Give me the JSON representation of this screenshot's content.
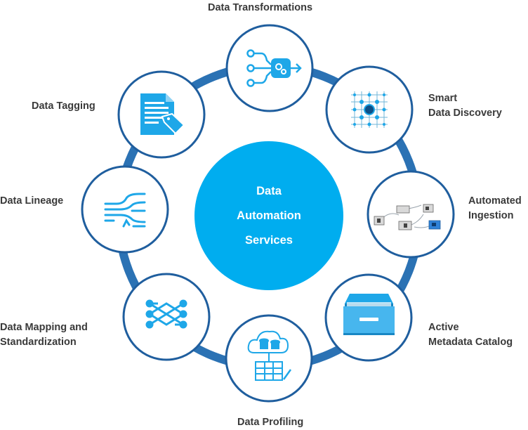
{
  "hub": {
    "line1": "Data",
    "line2": "Automation",
    "line3": "Services"
  },
  "nodes": [
    {
      "id": "transformations",
      "line1": "Data Transformations",
      "line2": "",
      "icon": "data-flow-gear-icon"
    },
    {
      "id": "discovery",
      "line1": "Smart",
      "line2": "Data Discovery",
      "icon": "network-node-icon"
    },
    {
      "id": "ingestion",
      "line1": "Automated",
      "line2": "Ingestion",
      "icon": "workflow-icon"
    },
    {
      "id": "catalog",
      "line1": "Active",
      "line2": "Metadata Catalog",
      "icon": "file-drawer-icon"
    },
    {
      "id": "profiling",
      "line1": "Data Profiling",
      "line2": "",
      "icon": "cloud-database-icon"
    },
    {
      "id": "mapping",
      "line1": "Data Mapping and",
      "line2": "Standardization",
      "icon": "mapping-network-icon"
    },
    {
      "id": "lineage",
      "line1": "Data Lineage",
      "line2": "",
      "icon": "lineage-branch-icon"
    },
    {
      "id": "tagging",
      "line1": "Data Tagging",
      "line2": "",
      "icon": "document-tag-icon"
    }
  ],
  "colors": {
    "hub": "#00adef",
    "ring": "#2b72b4",
    "circle_border": "#1f5e9e",
    "icon_blue": "#1ea7e8",
    "label": "#3a3a3a"
  }
}
